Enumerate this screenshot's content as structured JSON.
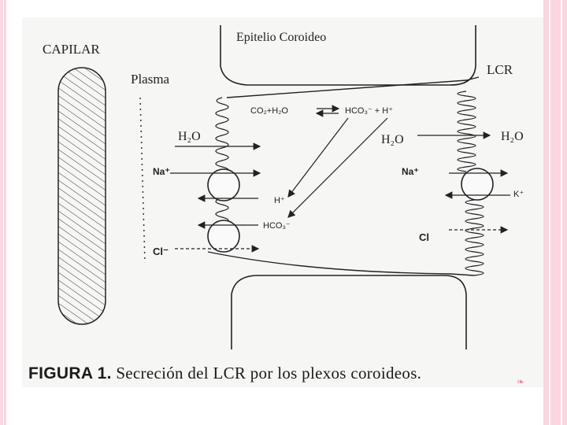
{
  "figure": {
    "capillary_label": "CAPILAR",
    "plasma_label": "Plasma",
    "epithelium_label": "Epitelio Coroideo",
    "csf_label": "LCR",
    "reaction_left": "CO₂+H₂O",
    "reaction_right": "HCO₃⁻ + H⁺",
    "water_left": "H₂O",
    "water_center": "H₂O",
    "water_right": "H₂O",
    "na_left": "Na⁺",
    "na_right": "Na⁺",
    "h_ion": "H⁺",
    "hco3_ion": "HCO₃⁻",
    "cl_left": "Cl⁻",
    "cl_right": "Cl",
    "k_ion": "K⁺"
  },
  "caption": {
    "label": "FIGURA 1.",
    "text": " Secreción del LCR por los plexos coroideos."
  },
  "colors": {
    "frame_pink": "#f9d6e0",
    "ink": "#222222",
    "paper": "#f6f6f4"
  }
}
